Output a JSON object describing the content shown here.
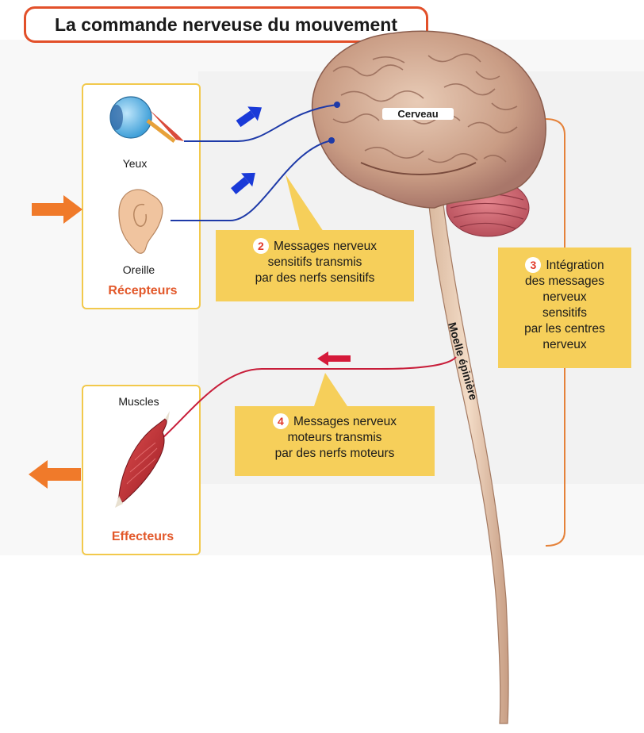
{
  "title": "La commande nerveuse du mouvement",
  "receptors": {
    "eye_label": "Yeux",
    "ear_label": "Oreille",
    "group_label": "Récepteurs"
  },
  "effectors": {
    "muscle_label": "Muscles",
    "group_label": "Effecteurs"
  },
  "brain_label": "Cerveau",
  "spinal_cord_label": "Moelle épinière",
  "callouts": {
    "sensory": {
      "number": "2",
      "text_lines": [
        "Messages nerveux",
        "sensitifs transmis",
        "par des nerfs sensitifs"
      ]
    },
    "integration": {
      "number": "3",
      "text_lines": [
        "Intégration",
        "des messages",
        "nerveux",
        "sensitifs",
        "par les centres",
        "nerveux"
      ]
    },
    "motor": {
      "number": "4",
      "text_lines": [
        "Messages nerveux",
        "moteurs transmis",
        "par des nerfs moteurs"
      ]
    }
  },
  "colors": {
    "sensory_nerve": "#1e3aa8",
    "motor_nerve": "#c81e3a",
    "input_arrow": "#f07a2a",
    "callout_fill": "#f6cf5a",
    "frame": "#f2c94c",
    "accent": "#e2582a"
  }
}
